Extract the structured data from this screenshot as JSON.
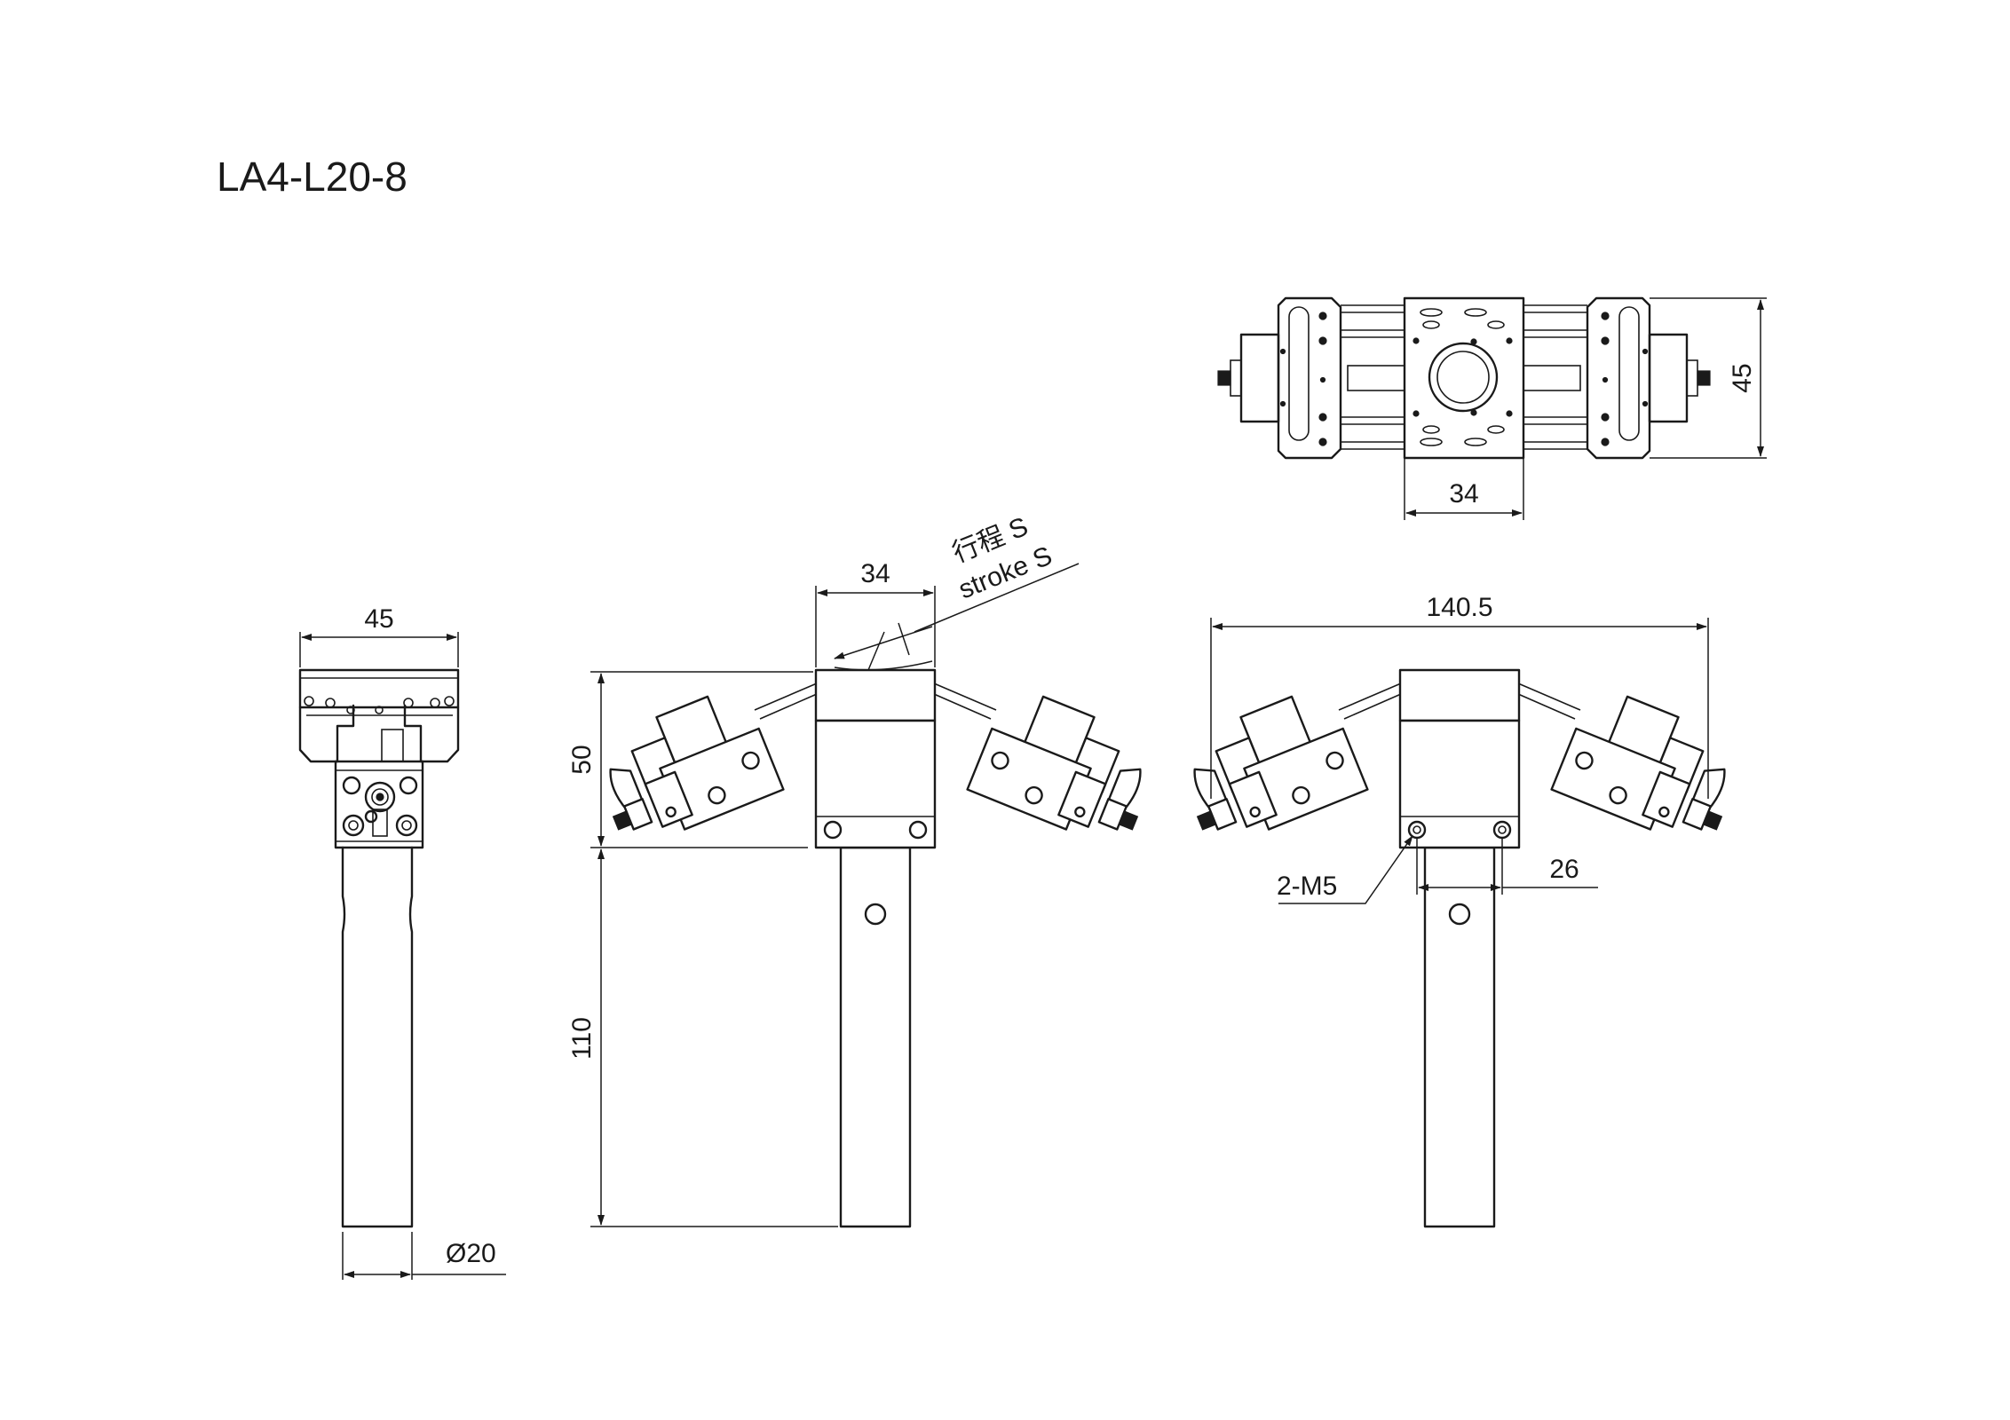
{
  "title": "LA4-L20-8",
  "dims": {
    "top_height": "45",
    "top_width": "34",
    "side_width": "45",
    "side_diameter": "Ø20",
    "front_width": "34",
    "front_height": "50",
    "front_column": "110",
    "stroke_cn": "行程 S",
    "stroke_en": "stroke S",
    "overall_width": "140.5",
    "thread": "2-M5",
    "hole_spacing": "26"
  }
}
